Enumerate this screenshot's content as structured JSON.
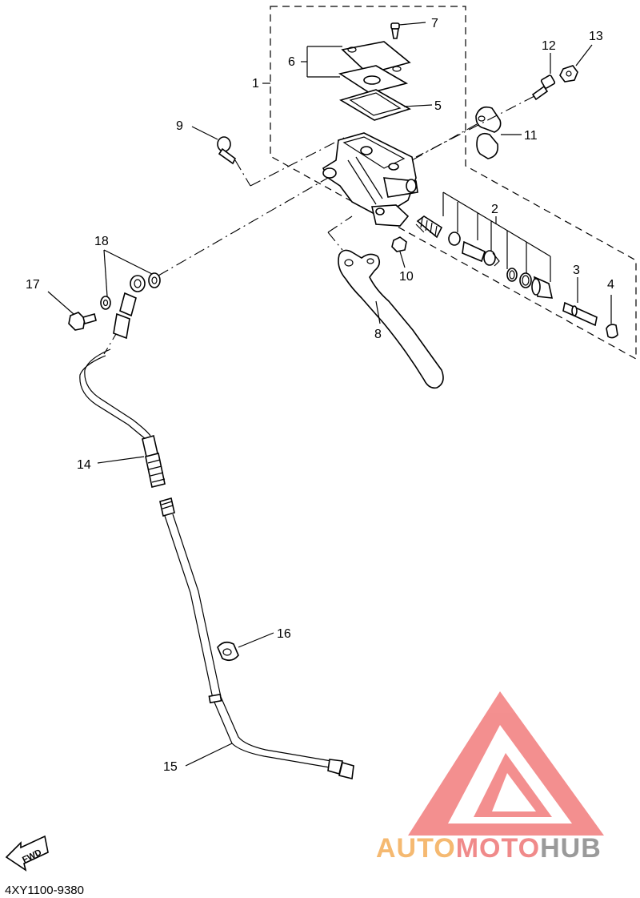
{
  "callouts": {
    "c1": "1",
    "c2": "2",
    "c3": "3",
    "c4": "4",
    "c5": "5",
    "c6": "6",
    "c7": "7",
    "c8": "8",
    "c9": "9",
    "c10": "10",
    "c11": "11",
    "c12": "12",
    "c13": "13",
    "c14": "14",
    "c15": "15",
    "c16": "16",
    "c17": "17",
    "c18": "18"
  },
  "fwd_label": "FWD",
  "diagram_code": "4XY1100-9380",
  "watermark": {
    "part1": "AUTO",
    "part2": "MOTO",
    "part3": "HUB",
    "colors": {
      "auto": "#f5b971",
      "moto": "#f08a8a",
      "hub": "#9a9a9a",
      "logo": "#f27c7c"
    }
  }
}
